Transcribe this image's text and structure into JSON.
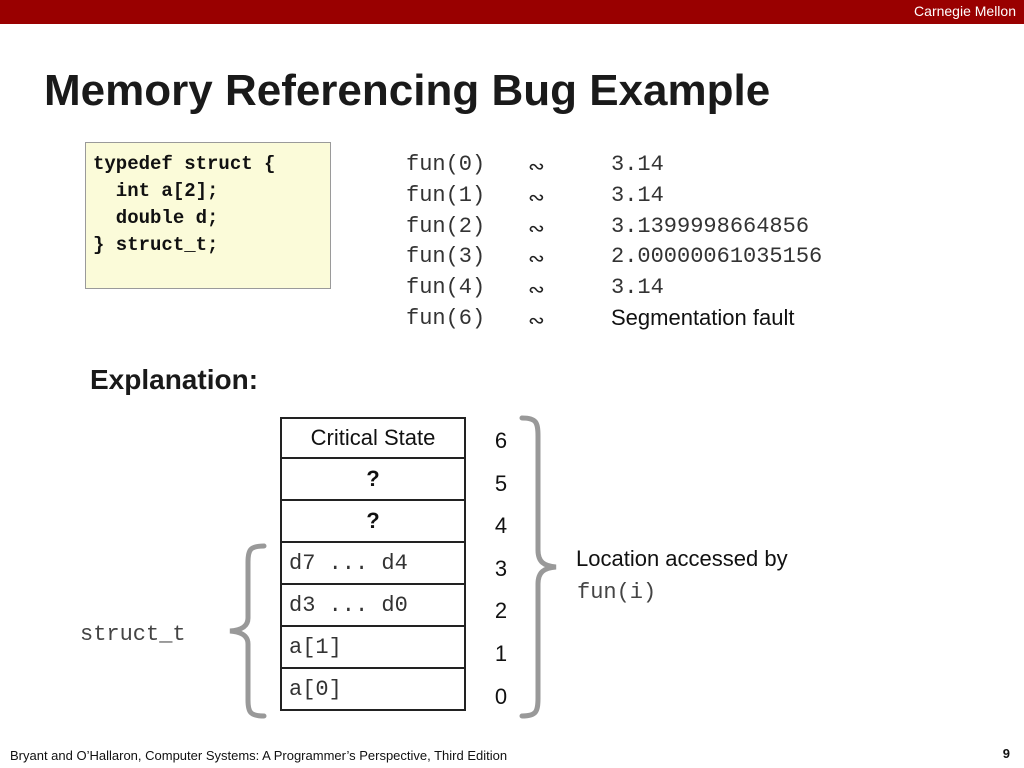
{
  "header": {
    "org": "Carnegie Mellon",
    "bar_color": "#990000"
  },
  "slide": {
    "title": "Memory Referencing Bug Example"
  },
  "code": {
    "lines": [
      "typedef struct {",
      "  int a[2];",
      "  double d;",
      "} struct_t;"
    ],
    "background": "#fbfbd9"
  },
  "results": [
    {
      "call": "fun(0)",
      "arrow": "∾",
      "value": "3.14"
    },
    {
      "call": "fun(1)",
      "arrow": "∾",
      "value": "3.14"
    },
    {
      "call": "fun(2)",
      "arrow": "∾",
      "value": "3.1399998664856"
    },
    {
      "call": "fun(3)",
      "arrow": "∾",
      "value": "2.00000061035156"
    },
    {
      "call": "fun(4)",
      "arrow": "∾",
      "value": "3.14"
    },
    {
      "call": "fun(6)",
      "arrow": "∾",
      "value": "Segmentation fault"
    }
  ],
  "explanation": {
    "heading": "Explanation:",
    "rows": [
      {
        "label": "Critical State",
        "index": "6"
      },
      {
        "label": "?",
        "index": "5"
      },
      {
        "label": "?",
        "index": "4"
      },
      {
        "label": "d7 ... d4",
        "index": "3"
      },
      {
        "label": "d3 ... d0",
        "index": "2"
      },
      {
        "label": "a[1]",
        "index": "1"
      },
      {
        "label": "a[0]",
        "index": "0"
      }
    ],
    "location_text": "Location accessed by",
    "location_code": "fun(i)",
    "struct_label": "struct_t"
  },
  "footer": {
    "citation": "Bryant and O’Hallaron, Computer Systems: A Programmer’s Perspective, Third Edition",
    "page": "9"
  }
}
